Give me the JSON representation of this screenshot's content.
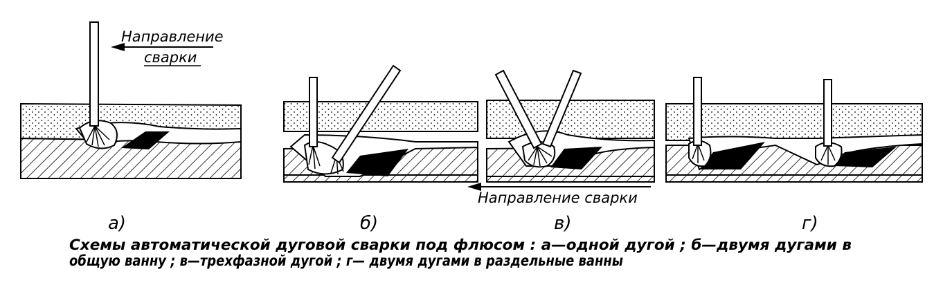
{
  "labels": {
    "direction_a_line1": "Направление",
    "direction_a_line2": "сварки",
    "direction_v": "Направление  сварки",
    "panel_a": "а)",
    "panel_b": "б)",
    "panel_v": "в)",
    "panel_g": "г)"
  },
  "caption": {
    "line1": "Схемы  автоматической  дуговой  сварки  под  флюсом : а—одной  дугой ;  б—двумя  дугами  в",
    "line2": "общую  ванну ;  в—трехфазной  дугой ;  г— двумя  дугами  в  раздельные  ванны"
  }
}
